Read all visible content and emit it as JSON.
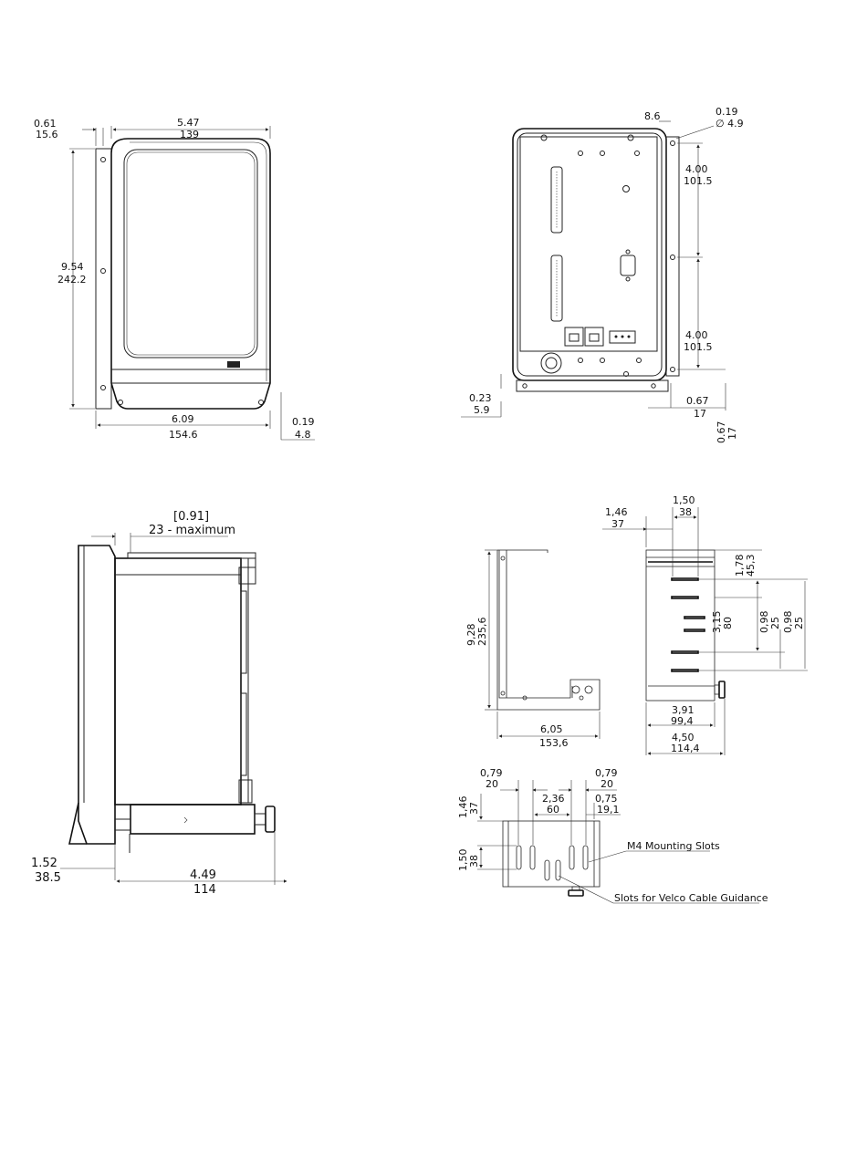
{
  "front_view": {
    "dim_left_in": "0.61",
    "dim_left_mm": "15.6",
    "dim_top_in": "5.47",
    "dim_top_mm": "139",
    "dim_height_in": "9.54",
    "dim_height_mm": "242.2",
    "dim_width_in": "6.09",
    "dim_width_mm": "154.6",
    "dim_corner_in": "0.19",
    "dim_corner_mm": "4.8"
  },
  "back_view": {
    "dim_offset_mm": "8.6",
    "dim_hole_in": "0.19",
    "dim_hole_mm": "∅ 4.9",
    "dim_pitch1_in": "4.00",
    "dim_pitch1_mm": "101.5",
    "dim_pitch2_in": "4.00",
    "dim_pitch2_mm": "101.5",
    "dim_bottom_in": "0.23",
    "dim_bottom_mm": "5.9",
    "dim_side_in": "0.67",
    "dim_side_mm": "17",
    "dim_side_v_in": "0.67",
    "dim_side_v_mm": "17"
  },
  "side_view": {
    "dim_top_in": "[0.91]",
    "dim_top_mm": "23 - maximum",
    "dim_left_in": "1.52",
    "dim_left_mm": "38.5",
    "dim_depth_in": "4.49",
    "dim_depth_mm": "114"
  },
  "bracket_side": {
    "dim_height_in": "9,28",
    "dim_height_mm": "235,6",
    "dim_width_in": "6,05",
    "dim_width_mm": "153,6"
  },
  "bracket_front": {
    "dim_a_in": "1,46",
    "dim_a_mm": "37",
    "dim_b_in": "1,50",
    "dim_b_mm": "38",
    "dim_c_in": "1,78",
    "dim_c_mm": "45,3",
    "dim_d_in": "3,15",
    "dim_d_mm": "80",
    "dim_e_in": "0,98",
    "dim_e_mm": "25",
    "dim_f_in": "0,98",
    "dim_f_mm": "25",
    "dim_g_in": "3,91",
    "dim_g_mm": "99,4",
    "dim_h_in": "4,50",
    "dim_h_mm": "114,4"
  },
  "bracket_bottom": {
    "dim_a_in": "0,79",
    "dim_a_mm": "20",
    "dim_b_in": "0,79",
    "dim_b_mm": "20",
    "dim_c_in": "2,36",
    "dim_c_mm": "60",
    "dim_d_in": "0,75",
    "dim_d_mm": "19,1",
    "dim_e_in": "1,46",
    "dim_e_mm": "37",
    "dim_f_in": "1,50",
    "dim_f_mm": "38",
    "label_slots": "M4 Mounting Slots",
    "label_cable": "Slots for Velco Cable Guidance"
  }
}
